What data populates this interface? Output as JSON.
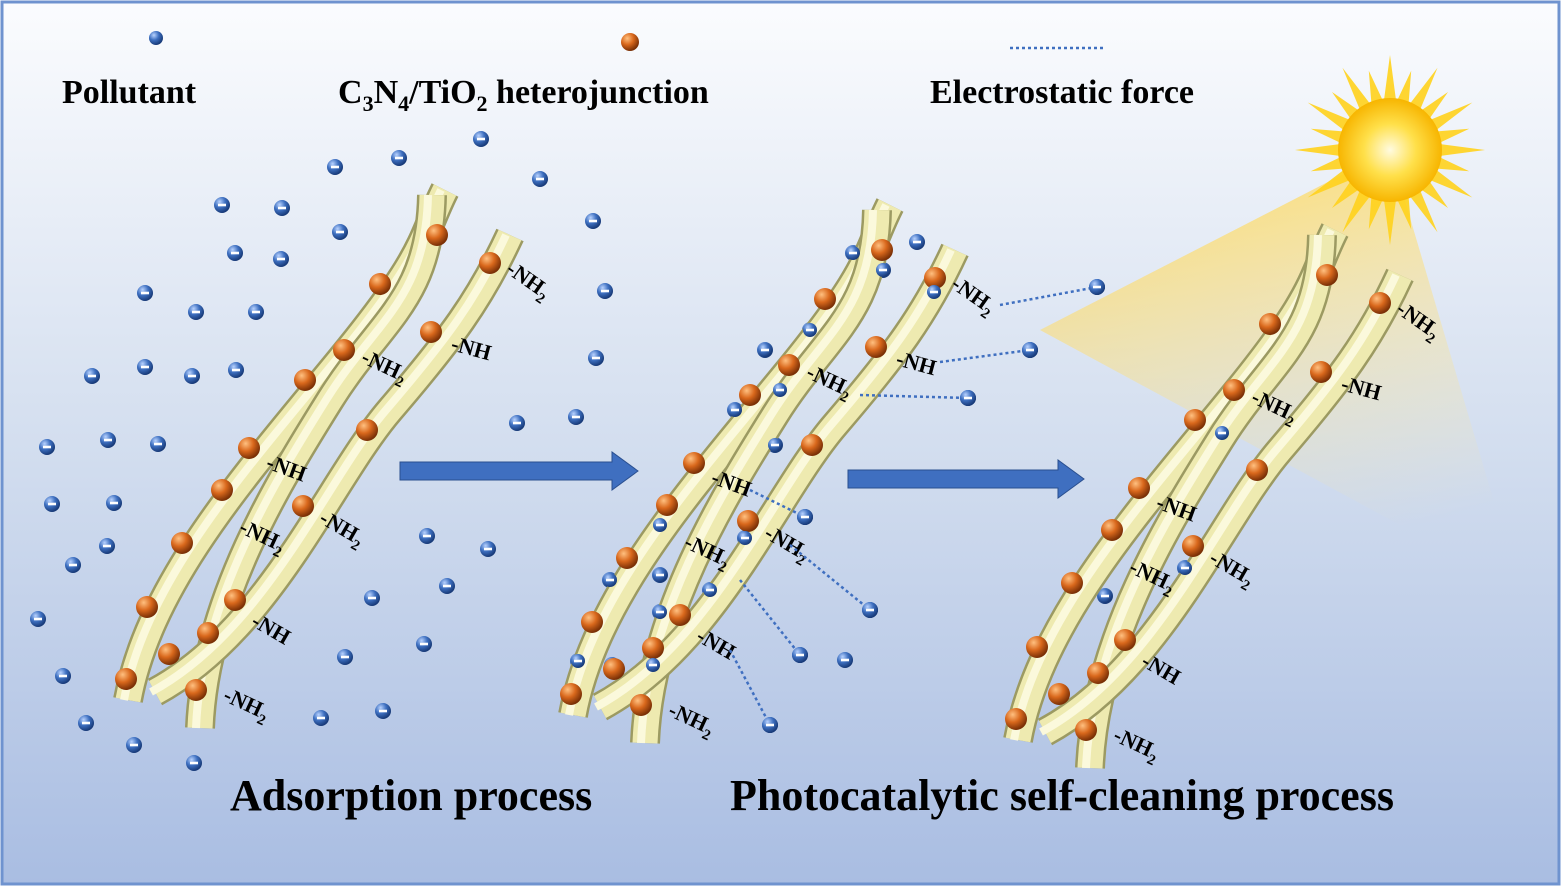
{
  "legend": {
    "pollutant": "Pollutant",
    "heterojunction": {
      "c": "C",
      "c_sub": "3",
      "n": "N",
      "n_sub": "4",
      "tio": "/TiO",
      "tio_sub": "2",
      "rest": " heterojunction"
    },
    "electrostatic": "Electrostatic force"
  },
  "process_labels": {
    "adsorption": "Adsorption process",
    "photocatalytic": "Photocatalytic self-cleaning process"
  },
  "group_labels": [
    {
      "main": "-NH",
      "sub": "2"
    },
    {
      "main": "-NH",
      "sub": ""
    },
    {
      "main": "-NH",
      "sub": "2"
    },
    {
      "main": "-NH",
      "sub": ""
    },
    {
      "main": "-NH",
      "sub": "2"
    },
    {
      "main": "-NH",
      "sub": "2"
    },
    {
      "main": "-NH",
      "sub": ""
    },
    {
      "main": "-NH",
      "sub": "2"
    }
  ],
  "colors": {
    "pollutant": "#3d6fc0",
    "heterojunction": "#d9681c",
    "fiber": "#eeeab0",
    "arrow": "#3f6fc0",
    "sun": "#ffd21c",
    "border": "#6f93cf"
  }
}
